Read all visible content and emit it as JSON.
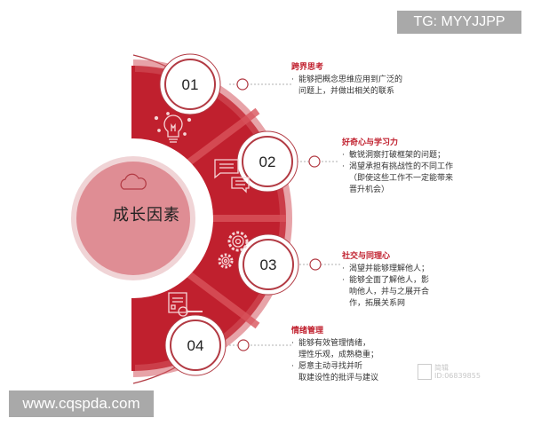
{
  "center": {
    "title": "成长因素",
    "icon": "cloud-icon"
  },
  "colors": {
    "primary_red": "#c0202e",
    "dark_red": "#a8161f",
    "light_red": "#d9545c",
    "pink_circle": "#df8d94",
    "pink_ring": "#f0d4d6",
    "title_red": "#c0202e"
  },
  "segments": [
    {
      "number": "01",
      "icon": "lightbulb-icon",
      "title": "跨界思考",
      "items": [
        [
          "能够把概念思维应用到广泛的",
          "问题上，并做出相关的联系"
        ]
      ]
    },
    {
      "number": "02",
      "icon": "chat-bubbles-icon",
      "title": "好奇心与学习力",
      "items": [
        [
          "敏锐洞察打破框架的问题；"
        ],
        [
          "渴望承担有挑战性的不同工作",
          "（即使这些工作不一定能带来",
          "晋升机会）"
        ]
      ]
    },
    {
      "number": "03",
      "icon": "gears-icon",
      "title": "社交与同理心",
      "items": [
        [
          "渴望并能够理解他人；"
        ],
        [
          "能够全面了解他人，影",
          "响他人，并与之展开合",
          "作，拓展关系网"
        ]
      ]
    },
    {
      "number": "04",
      "icon": "document-search-icon",
      "title": "情绪管理",
      "items": [
        [
          "能够有效管理情绪，",
          "理性乐观，成熟稳重；"
        ],
        [
          "愿意主动寻找并听",
          "取建设性的批评与建议"
        ]
      ]
    }
  ],
  "watermarks": {
    "tg": "TG: MYYJJPP",
    "url": "www.cqspda.com",
    "logo_line1": "简辑",
    "logo_line2": "ID:06839855"
  }
}
